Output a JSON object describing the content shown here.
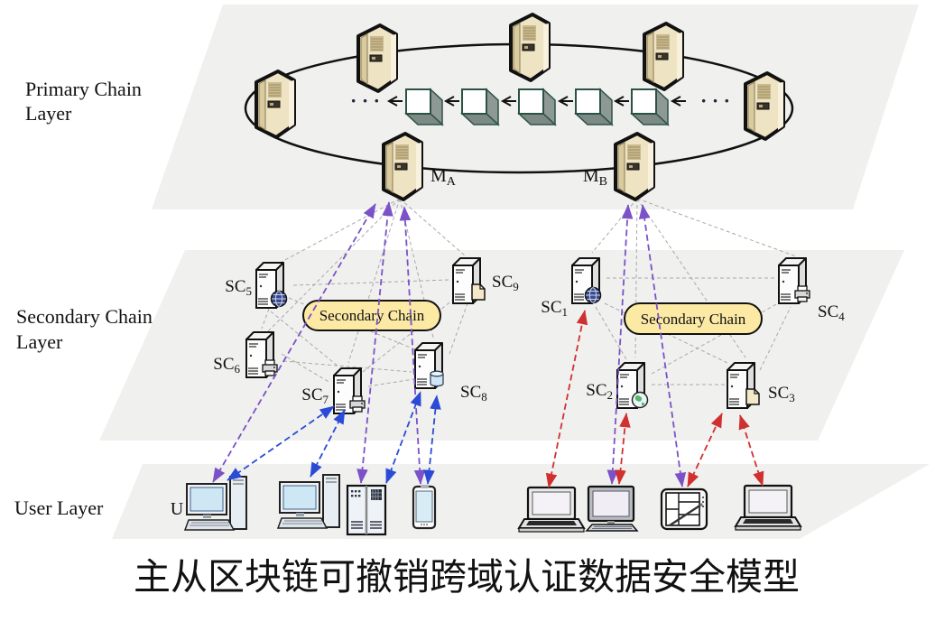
{
  "title": "主从区块链可撤销跨域认证数据安全模型",
  "layers": {
    "primary": {
      "label_line1": "Primary Chain",
      "label_line2": "Layer"
    },
    "secondary": {
      "label_line1": "Secondary Chain",
      "label_line2": "Layer"
    },
    "user": {
      "label": "User Layer"
    }
  },
  "primary_chain": {
    "masters": [
      {
        "base": "M",
        "sub": "A"
      },
      {
        "base": "M",
        "sub": "B"
      }
    ],
    "server_count": 7,
    "block_count": 5,
    "ellipsis": "· · ·"
  },
  "secondary_chain": {
    "badge_left": "Secondary Chain",
    "badge_right": "Secondary Chain",
    "nodes": [
      {
        "base": "SC",
        "sub": "1",
        "icon": "globe-dark-icon"
      },
      {
        "base": "SC",
        "sub": "2",
        "icon": "globe-green-icon"
      },
      {
        "base": "SC",
        "sub": "3",
        "icon": "document-icon"
      },
      {
        "base": "SC",
        "sub": "4",
        "icon": "printer-icon"
      },
      {
        "base": "SC",
        "sub": "5",
        "icon": "globe-dark-icon"
      },
      {
        "base": "SC",
        "sub": "6",
        "icon": "printer-icon"
      },
      {
        "base": "SC",
        "sub": "7",
        "icon": "printer-icon"
      },
      {
        "base": "SC",
        "sub": "8",
        "icon": "database-icon"
      },
      {
        "base": "SC",
        "sub": "9",
        "icon": "document-icon"
      }
    ]
  },
  "user_layer": {
    "user_label": "U",
    "devices": [
      "desktop-pc-1",
      "desktop-pc-2",
      "server-rack",
      "smartphone",
      "laptop-1",
      "desktop-monitor",
      "tablet",
      "laptop-2"
    ]
  },
  "connections": {
    "master_links": [
      {
        "from": "desktop-pc-1",
        "to": "M_A"
      },
      {
        "from": "server-rack",
        "to": "M_A"
      },
      {
        "from": "smartphone",
        "to": "M_A"
      },
      {
        "from": "desktop-monitor",
        "to": "M_B"
      },
      {
        "from": "tablet",
        "to": "M_B"
      }
    ],
    "left_chain_links": [
      {
        "from": "desktop-pc-1",
        "to": "SC7"
      },
      {
        "from": "desktop-pc-2",
        "to": "SC7"
      },
      {
        "from": "server-rack",
        "to": "SC8"
      },
      {
        "from": "smartphone",
        "to": "SC8"
      }
    ],
    "right_chain_links": [
      {
        "from": "laptop-1",
        "to": "SC1"
      },
      {
        "from": "desktop-monitor",
        "to": "SC2"
      },
      {
        "from": "tablet",
        "to": "SC3"
      },
      {
        "from": "laptop-2",
        "to": "SC3"
      }
    ]
  },
  "colors": {
    "master_link": "#7b52c7",
    "left_link": "#2b4bd7",
    "right_link": "#d03030",
    "layer_fill": "#f0f0ee",
    "badge_fill": "#fbe9a4",
    "chain_block_outline": "#2c5248",
    "primary_server_fill": "#eee3c2",
    "mesh_line": "#a9a9a9"
  }
}
